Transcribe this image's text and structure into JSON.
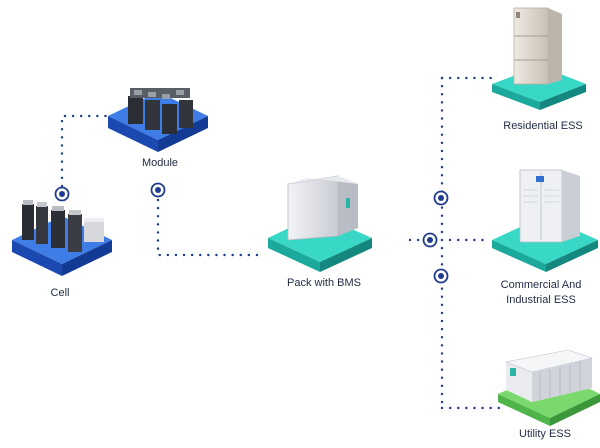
{
  "nodes": {
    "cell": {
      "label": "Cell"
    },
    "module": {
      "label": "Module"
    },
    "pack": {
      "label": "Pack with BMS"
    },
    "residential": {
      "label": "Residential ESS"
    },
    "commercial": {
      "label_line1": "Commercial And",
      "label_line2": "Industrial ESS"
    },
    "utility": {
      "label": "Utility ESS"
    }
  },
  "colors": {
    "connector": "#1f3b8c",
    "platform_blue": "#1e56c9",
    "platform_teal": "#21c6b6",
    "platform_green": "#5fcf63",
    "label_text": "#1f2a44"
  }
}
